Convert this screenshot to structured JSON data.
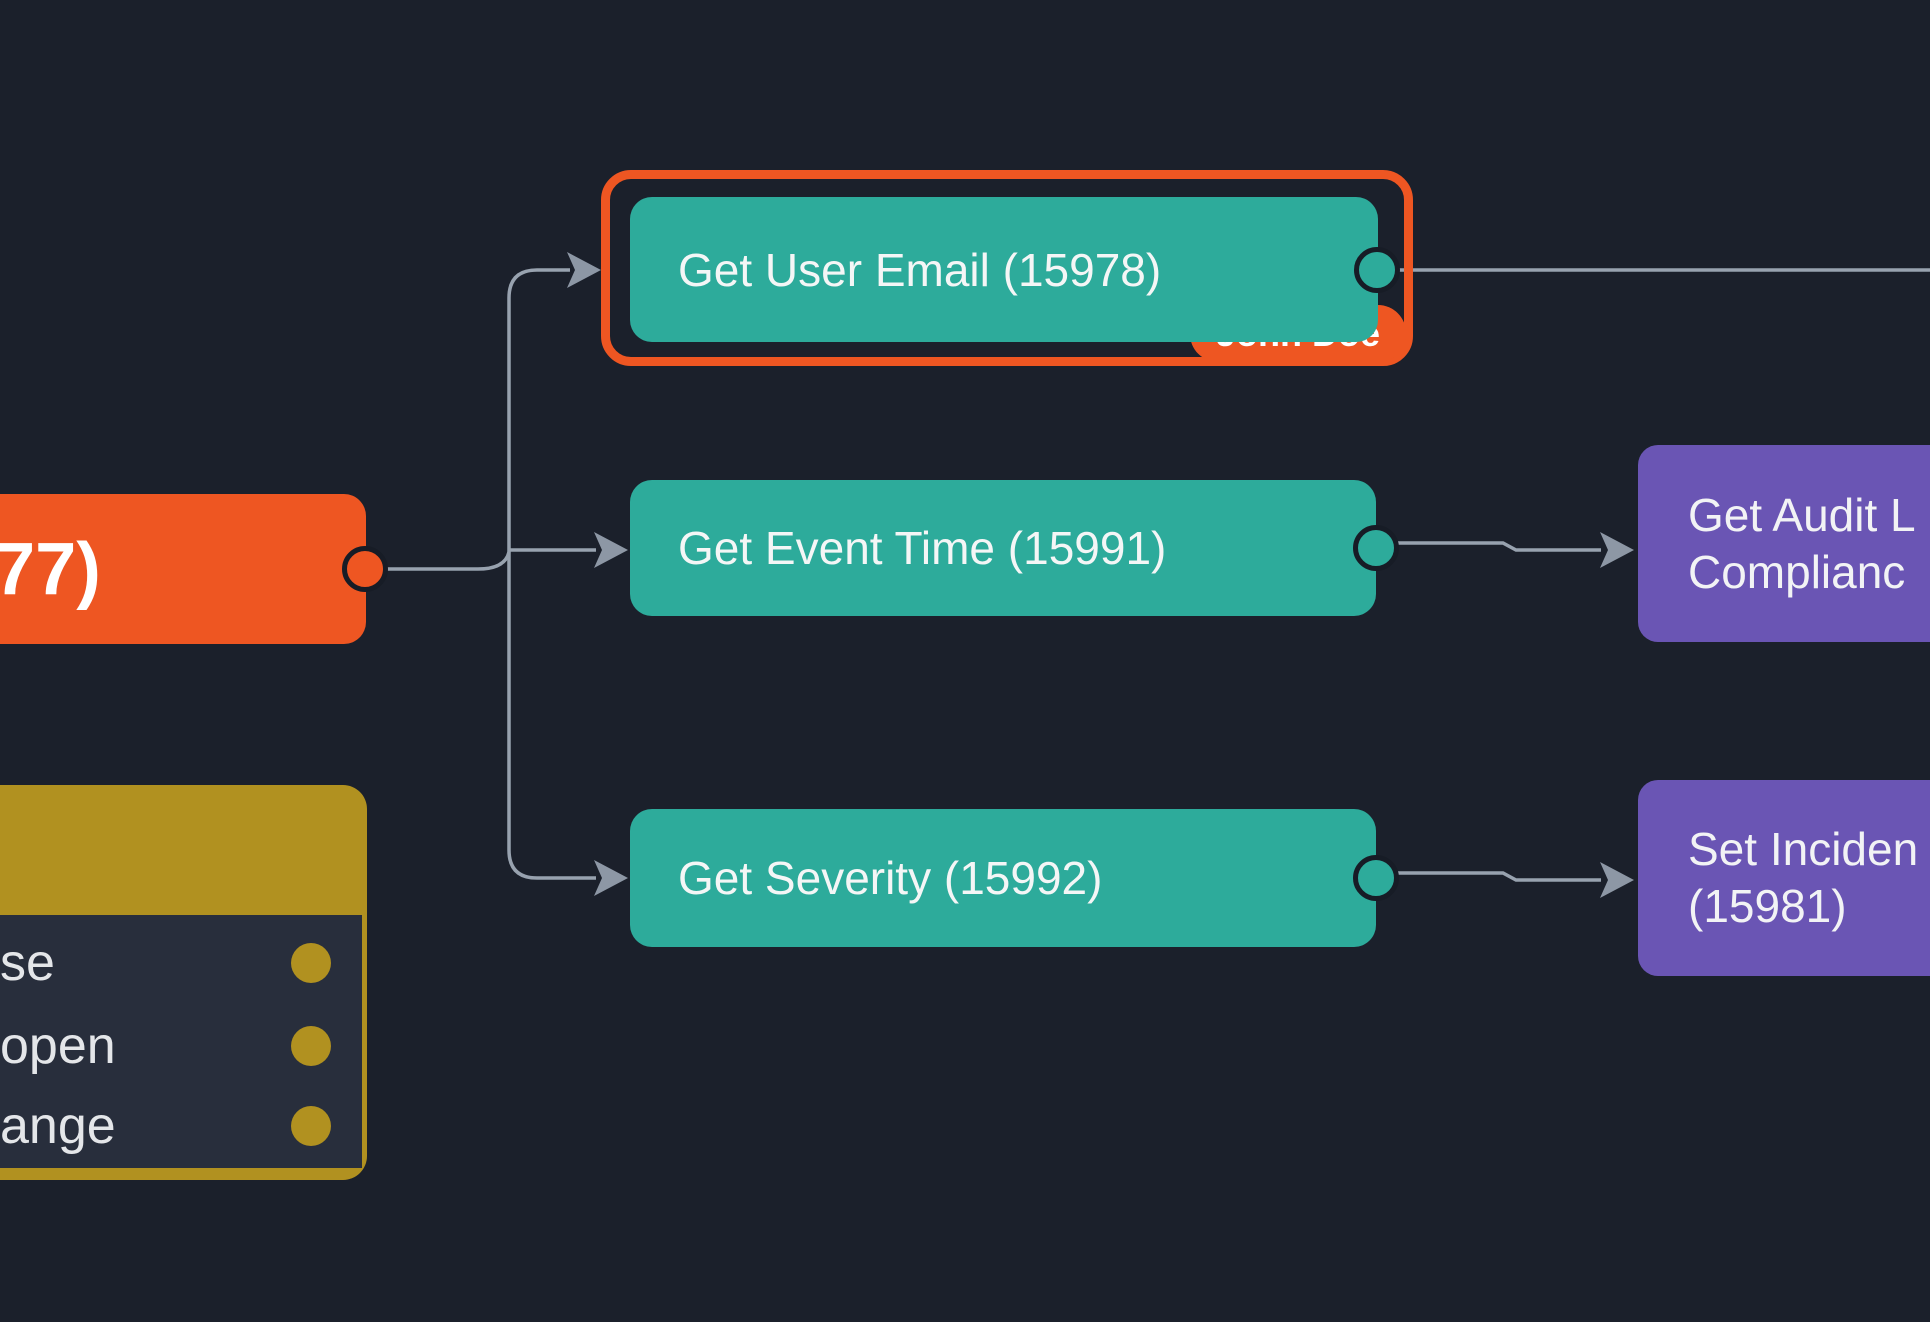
{
  "diagram": {
    "colors": {
      "background": "#1b202b",
      "teal_action": "#2dab9b",
      "orange_accent": "#ee5622",
      "purple_action": "#6a55b4",
      "olive_switch": "#b19120",
      "connector": "#98a2af"
    },
    "source_node": {
      "visible_label": "77)"
    },
    "selected_node": {
      "label": "Get User Email (15978)",
      "assignee_badge": "John Doe",
      "selected": true
    },
    "event_node": {
      "label": "Get Event Time (15991)"
    },
    "severity_node": {
      "label": "Get Severity (15992)"
    },
    "audit_node": {
      "line1": "Get Audit L",
      "line2": "Complianc"
    },
    "incident_node": {
      "line1": "Set Inciden",
      "line2": "(15981)"
    },
    "switch_node": {
      "rows": [
        {
          "label": "se"
        },
        {
          "label": "open"
        },
        {
          "label": "ange"
        }
      ]
    },
    "connections": [
      {
        "from": "source_node",
        "to": "selected_node"
      },
      {
        "from": "source_node",
        "to": "event_node"
      },
      {
        "from": "source_node",
        "to": "severity_node"
      },
      {
        "from": "selected_node",
        "to": "offscreen-right"
      },
      {
        "from": "event_node",
        "to": "audit_node"
      },
      {
        "from": "severity_node",
        "to": "incident_node"
      }
    ]
  }
}
